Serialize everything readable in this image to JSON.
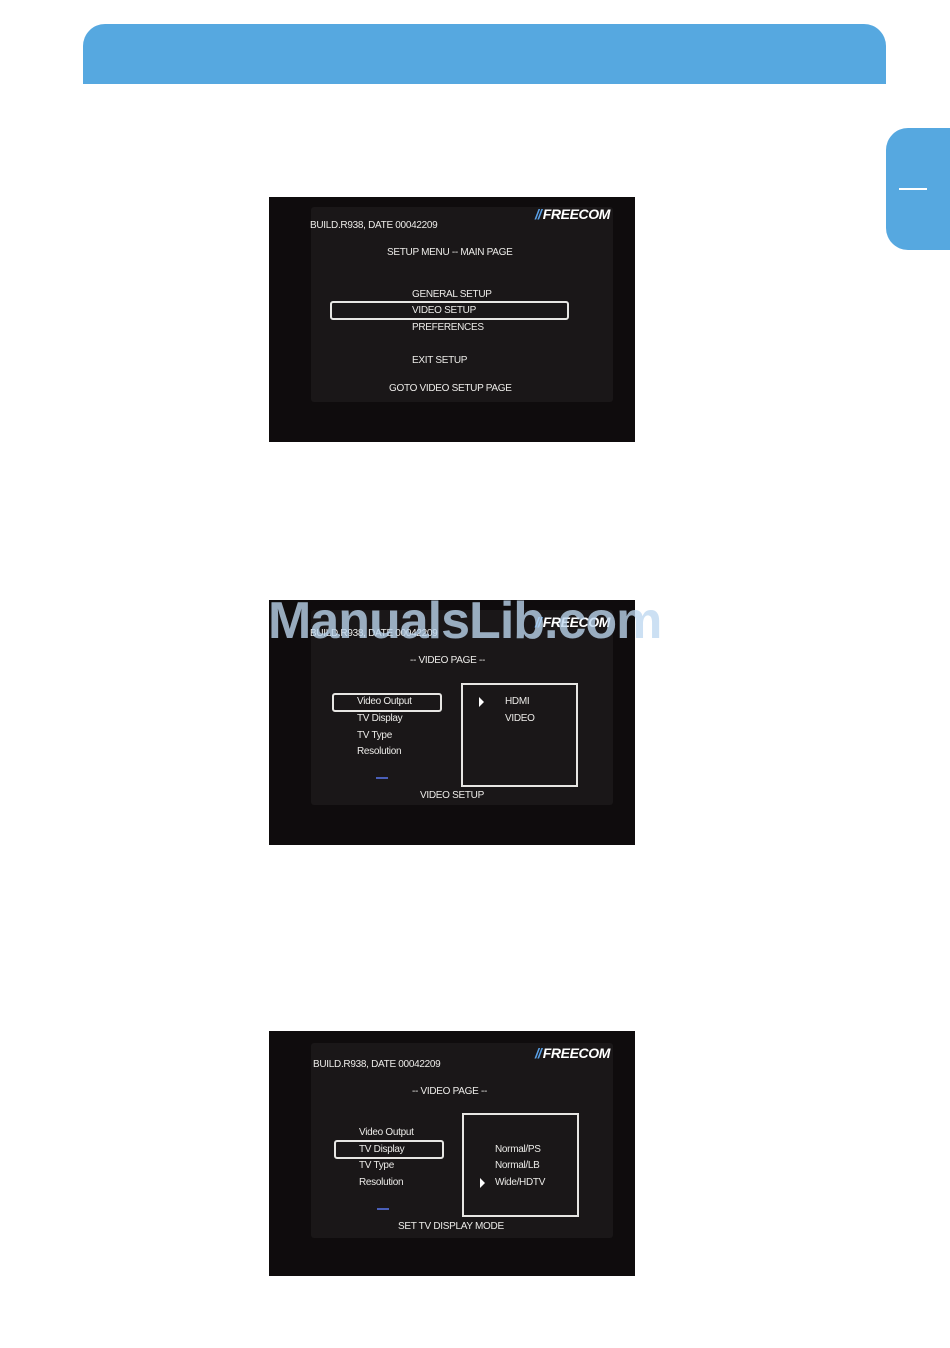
{
  "page": {
    "colors": {
      "accent": "#56a8e0",
      "screen_bg": "#0f0c0d",
      "logo_blue": "#5aa0e6"
    }
  },
  "screens": [
    {
      "build_info": "BUILD.R938, DATE 00042209",
      "logo": "FREECOM",
      "title": "SETUP MENU -- MAIN PAGE",
      "menu": [
        "GENERAL SETUP",
        "VIDEO SETUP",
        "PREFERENCES"
      ],
      "selected": "VIDEO SETUP",
      "exit": "EXIT SETUP",
      "status": "GOTO VIDEO SETUP PAGE"
    },
    {
      "build_info": "BUILD.R938, DATE 00042209",
      "logo": "FREECOM",
      "title": "-- VIDEO PAGE --",
      "menu": [
        "Video Output",
        "TV Display",
        "TV Type",
        "Resolution"
      ],
      "selected": "Video Output",
      "options": [
        "HDMI",
        "VIDEO"
      ],
      "option_selected": "HDMI",
      "status": "VIDEO SETUP"
    },
    {
      "build_info": "BUILD.R938, DATE 00042209",
      "logo": "FREECOM",
      "title": "-- VIDEO PAGE --",
      "menu": [
        "Video Output",
        "TV Display",
        "TV Type",
        "Resolution"
      ],
      "selected": "TV Display",
      "options": [
        "Normal/PS",
        "Normal/LB",
        "Wide/HDTV"
      ],
      "option_selected": "Wide/HDTV",
      "status": "SET TV DISPLAY MODE"
    }
  ],
  "watermark": "ManualsLib.com",
  "icons": {
    "logo_mark": "freecom-logo-icon",
    "cursor": "selection-arrow-icon",
    "tab": "chapter-tab-icon"
  }
}
